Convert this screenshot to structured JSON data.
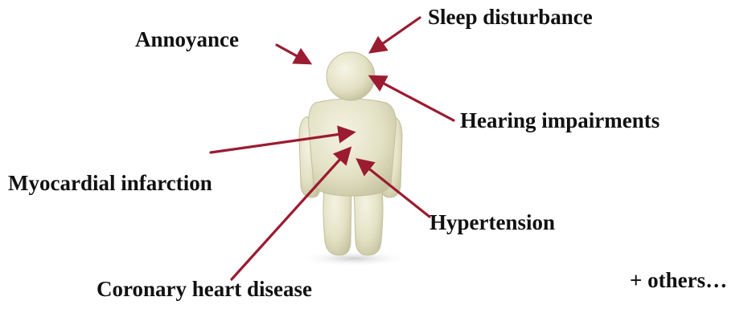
{
  "labels": {
    "annoyance": "Annoyance",
    "sleep_disturbance": "Sleep disturbance",
    "hearing_impairments": "Hearing impairments",
    "myocardial_infarction": "Myocardial infarction",
    "hypertension": "Hypertension",
    "coronary_heart_disease": "Coronary heart disease",
    "others": "+ others…"
  },
  "colors": {
    "arrow": "#9b1b30",
    "figure_body": "#e6e4c9",
    "figure_shade": "#c9c6a6",
    "text": "#111111"
  },
  "icons": {
    "figure": "person-figure-icon"
  }
}
